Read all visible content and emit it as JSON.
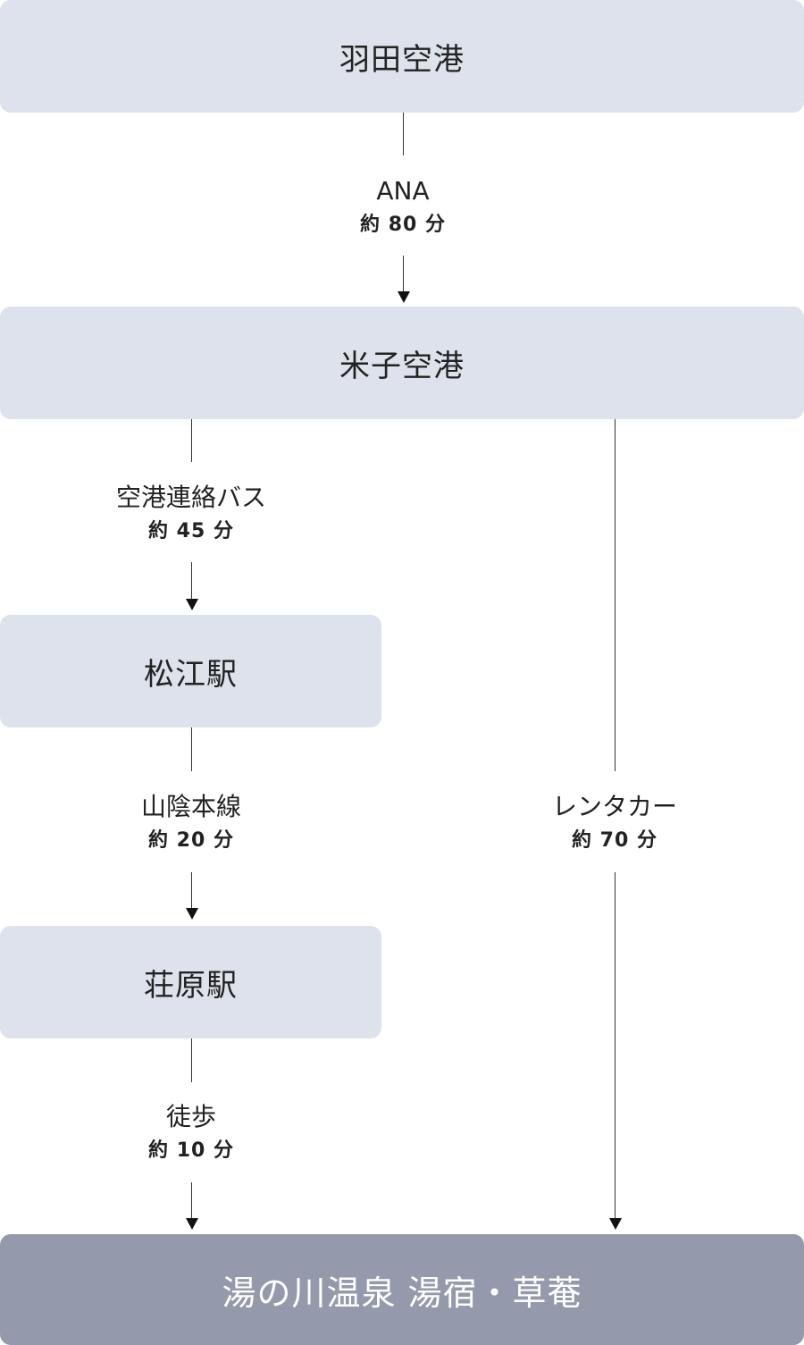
{
  "nodes": {
    "haneda": "羽田空港",
    "yonago": "米子空港",
    "matsue": "松江駅",
    "shobara": "荘原駅",
    "destination": "湯の川温泉 湯宿・草菴"
  },
  "routes": {
    "ana": {
      "mode": "ANA",
      "time": "約 80 分"
    },
    "airport_bus": {
      "mode": "空港連絡バス",
      "time": "約 45 分"
    },
    "sanin_line": {
      "mode": "山陰本線",
      "time": "約 20 分"
    },
    "walk": {
      "mode": "徒歩",
      "time": "約 10 分"
    },
    "rental_car": {
      "mode": "レンタカー",
      "time": "約 70 分"
    }
  },
  "colors": {
    "node_fill": "#dde2ec",
    "destination_fill": "#9499ab",
    "destination_text": "#ffffff",
    "line": "#333333"
  }
}
